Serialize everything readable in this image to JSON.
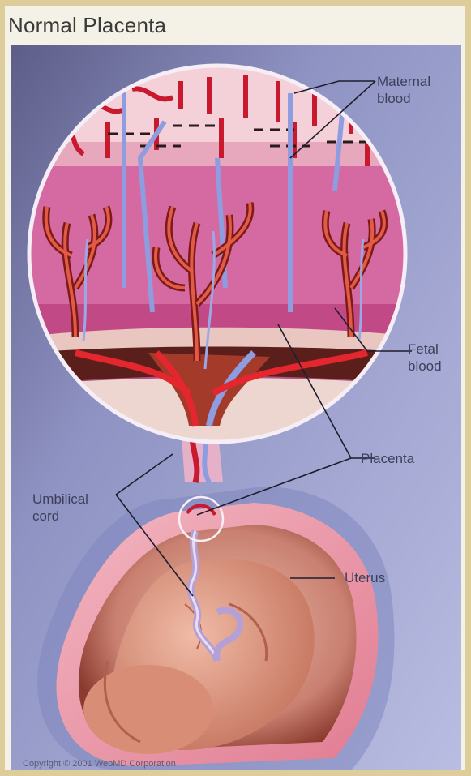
{
  "title": "Normal Placenta",
  "labels": {
    "maternal_blood": [
      "Maternal",
      "blood"
    ],
    "fetal_blood": [
      "Fetal",
      "blood"
    ],
    "placenta": "Placenta",
    "umbilical_cord": [
      "Umbilical",
      "cord"
    ],
    "uterus": "Uterus"
  },
  "copyright": "Copyright © 2001 WebMD Corporation",
  "colors": {
    "page_border": "#dccd9a",
    "background": "#8e93c2",
    "tissue_pink": "#e98aa6",
    "artery_red": "#c8192e",
    "vein_blue": "#8e9ce0",
    "leader_line": "#1d1d2e"
  }
}
